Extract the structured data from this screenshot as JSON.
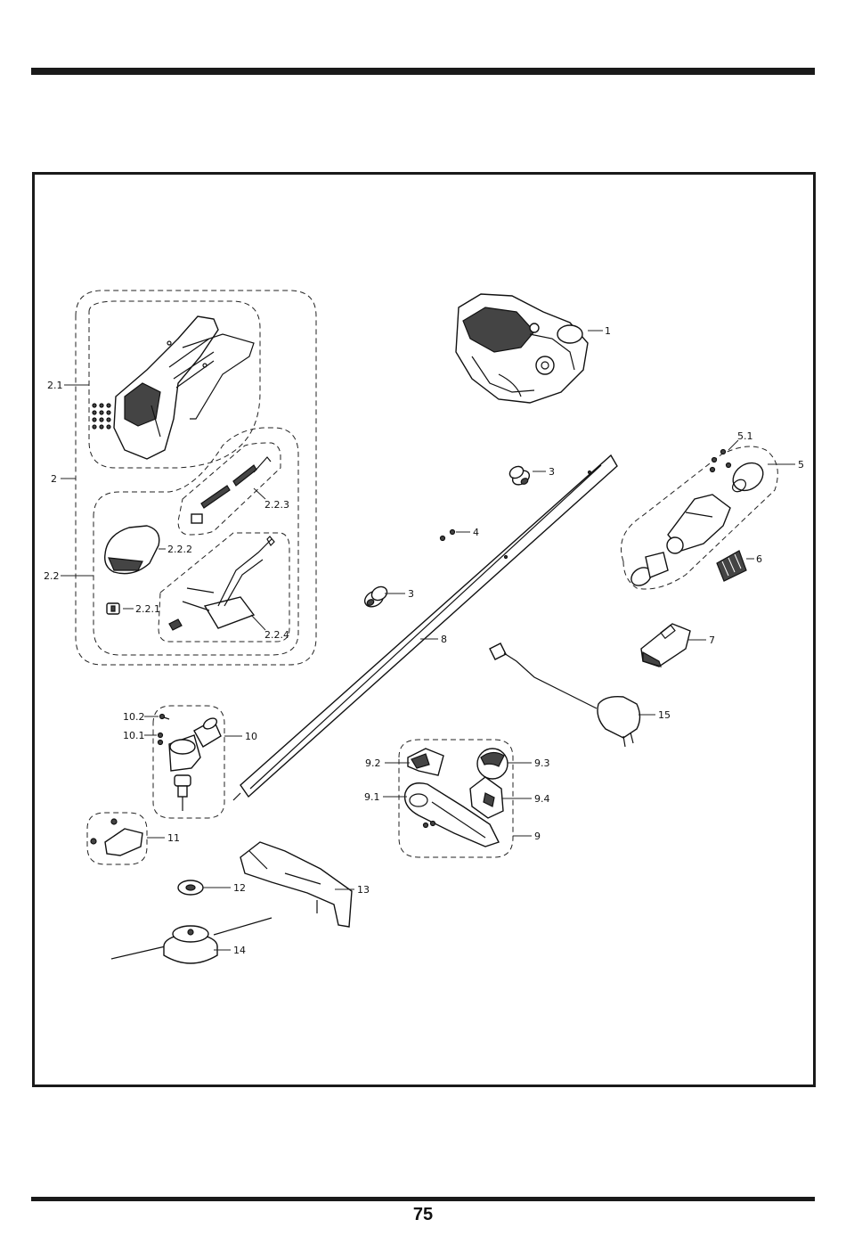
{
  "page_number": "75",
  "callouts": {
    "c1": "1",
    "c2": "2",
    "c2_1": "2.1",
    "c2_2": "2.2",
    "c2_2_1": "2.2.1",
    "c2_2_2": "2.2.2",
    "c2_2_3": "2.2.3",
    "c2_2_4": "2.2.4",
    "c3a": "3",
    "c3b": "3",
    "c4": "4",
    "c5": "5",
    "c5_1": "5.1",
    "c6": "6",
    "c7": "7",
    "c8": "8",
    "c9": "9",
    "c9_1": "9.1",
    "c9_2": "9.2",
    "c9_3": "9.3",
    "c9_4": "9.4",
    "c10": "10",
    "c10_1": "10.1",
    "c10_2": "10.2",
    "c11": "11",
    "c12": "12",
    "c13": "13",
    "c14": "14",
    "c15": "15"
  }
}
